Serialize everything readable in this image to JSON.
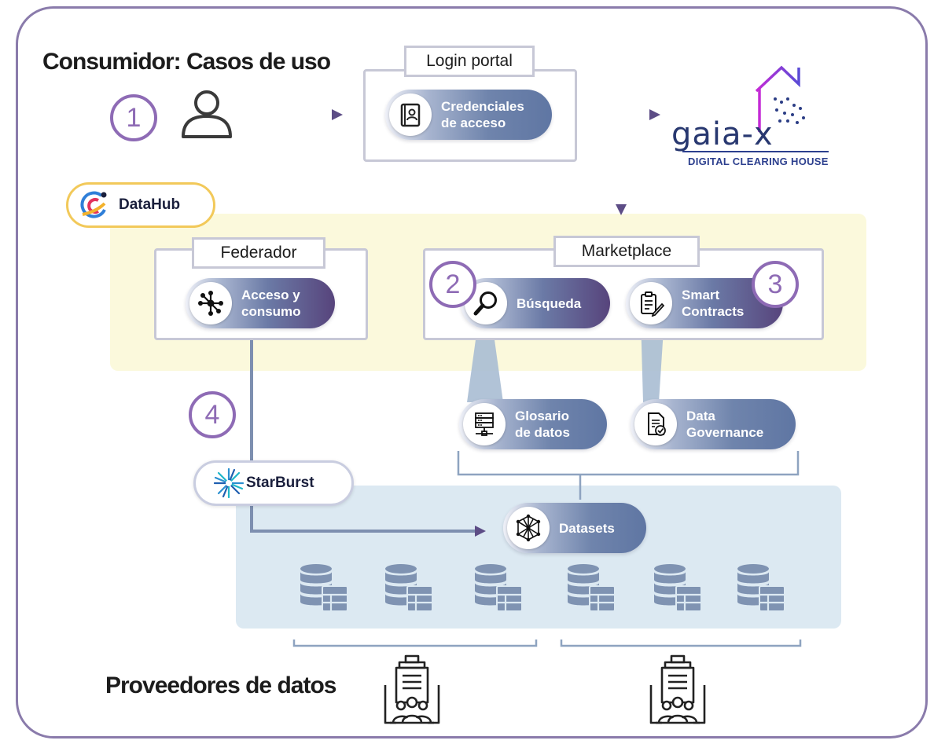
{
  "headings": {
    "consumer": "Consumidor: Casos de uso",
    "providers": "Proveedores de datos"
  },
  "steps": [
    "1",
    "2",
    "3",
    "4"
  ],
  "login": {
    "title": "Login portal",
    "credentials": "Credenciales\nde acceso"
  },
  "gaiax": {
    "name": "gaia-x",
    "subtitle": "DIGITAL CLEARING HOUSE"
  },
  "datahub": {
    "name": "DataHub"
  },
  "federador": {
    "title": "Federador",
    "access": "Acceso y\nconsumo"
  },
  "marketplace": {
    "title": "Marketplace",
    "search": "Búsqueda",
    "contracts": "Smart\nContracts"
  },
  "glossary": "Glosario\nde datos",
  "governance": "Data\nGovernance",
  "starburst": {
    "name": "StarBurst"
  },
  "datasets": "Datasets",
  "icons": {
    "user": "user-icon",
    "contact_card": "contact-card-icon",
    "hub_network": "network-hub-icon",
    "magnifier": "magnifier-icon",
    "clipboard_pen": "clipboard-pen-icon",
    "server": "server-icon",
    "document_check": "document-check-icon",
    "mesh": "mesh-network-icon",
    "database_table": "database-table-icon",
    "building_people": "building-people-icon"
  },
  "colors": {
    "frame": "#8a7bab",
    "accent_purple": "#8e6bb5",
    "arrow": "#5d4d86",
    "pill_blue": "#6f84ac",
    "pill_purple": "#57447c",
    "zone_yellow": "#fbf9dc",
    "zone_blue": "#dce9f2",
    "database": "#7f93b2",
    "datahub_border": "#f2c95a"
  }
}
